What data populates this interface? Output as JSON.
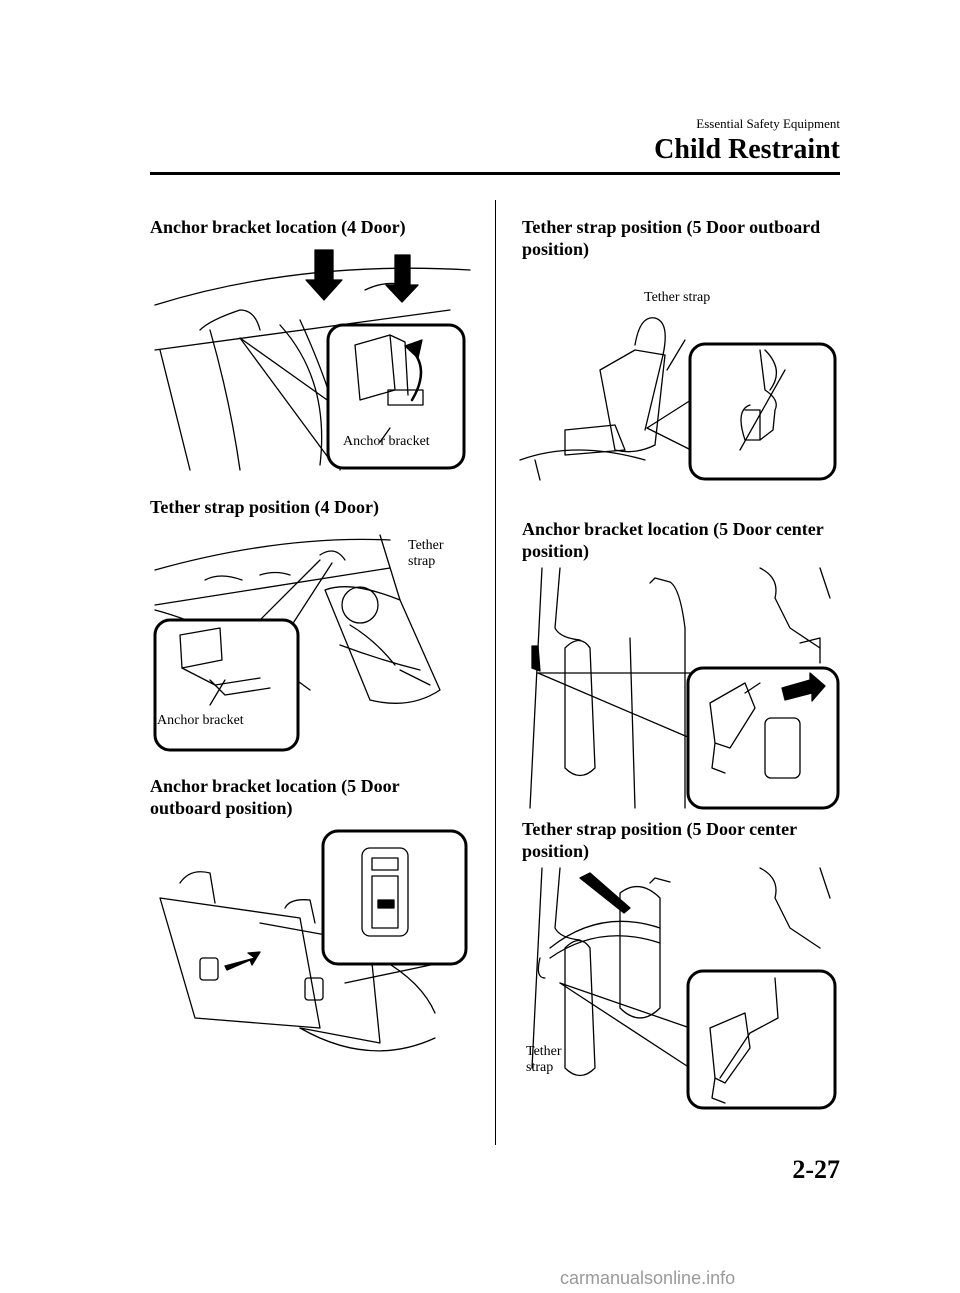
{
  "header": {
    "section": "Essential Safety Equipment",
    "chapter": "Child Restraint"
  },
  "left_column": {
    "fig1": {
      "heading": "Anchor bracket location (4 Door)",
      "callout": "Anchor bracket"
    },
    "fig2": {
      "heading": "Tether strap position (4 Door)",
      "callout_tether": [
        "Tether",
        "strap"
      ],
      "callout_anchor": "Anchor bracket"
    },
    "fig3": {
      "heading": [
        "Anchor bracket location (5 Door",
        "outboard position)"
      ]
    }
  },
  "right_column": {
    "fig4": {
      "heading": [
        "Tether strap position (5 Door outboard",
        "position)"
      ],
      "callout": "Tether strap"
    },
    "fig5": {
      "heading": [
        "Anchor bracket location (5 Door center",
        "position)"
      ]
    },
    "fig6": {
      "heading": [
        "Tether strap position (5 Door center",
        "position)"
      ],
      "callout_tether": [
        "Tether",
        "strap"
      ]
    }
  },
  "page_number": "2-27",
  "footer": "carmanualsonline.info"
}
